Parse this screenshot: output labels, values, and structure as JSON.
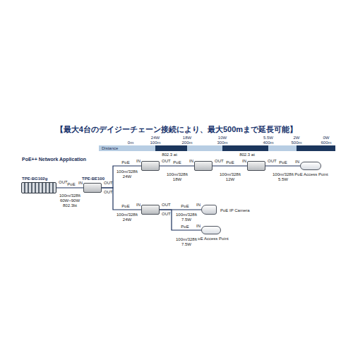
{
  "diagram": {
    "title": "【最大4台のデイジーチェーン接続により、最大500mまで延長可能】",
    "nodes": [
      {
        "text": [
          "TPE-BG102g",
          "OUT"
        ]
      },
      {
        "text": [
          "TPE-BE100",
          "IN",
          "OUT",
          "OUT"
        ]
      },
      {
        "text": [
          "IN",
          "OUT"
        ]
      },
      {
        "text": [
          "IN",
          "OUT"
        ]
      },
      {
        "text": [
          "IN",
          "OUT"
        ]
      },
      {
        "text": [
          "IN",
          "PoE Access Point"
        ]
      },
      {
        "text": [
          "IN",
          "OUT",
          "OUT"
        ]
      },
      {
        "text": [
          "IN",
          "PoE IP Camera"
        ]
      },
      {
        "text": [
          "IN",
          "PoE Access Point"
        ]
      }
    ],
    "edges": [
      {
        "from": 0,
        "to": 1,
        "arrow": "none",
        "label": "PoE"
      },
      {
        "from": 1,
        "to": 2,
        "arrow": "none",
        "label": "PoE"
      },
      {
        "from": 2,
        "to": 3,
        "arrow": "none",
        "label": "PoE"
      },
      {
        "from": 3,
        "to": 4,
        "arrow": "none",
        "label": "PoE"
      },
      {
        "from": 4,
        "to": 5,
        "arrow": "none",
        "label": "PoE"
      },
      {
        "from": 1,
        "to": 6,
        "arrow": "none",
        "label": "PoE"
      },
      {
        "from": 6,
        "to": 7,
        "arrow": "none",
        "label": "PoE"
      },
      {
        "from": 6,
        "to": 8,
        "arrow": "none",
        "label": "PoE"
      }
    ],
    "labels": [
      "Distance",
      "0m",
      "24W",
      "100m",
      "18W",
      "200m",
      "10W",
      "300m",
      "5.5W",
      "400m",
      "2W",
      "500m",
      "0W",
      "600m",
      "802.3 at",
      "802.3 at",
      "PoE++ Network Application",
      "100m/328ft",
      "60W~90W",
      "802.3bt",
      "100m/328ft",
      "24W",
      "100m/328ft",
      "18W",
      "100m/328ft",
      "12W",
      "100m/328ft",
      "5.5W",
      "100m/328ft",
      "24W",
      "100m/328ft",
      "7.5W",
      "100m/328ft",
      "7.5W"
    ]
  }
}
